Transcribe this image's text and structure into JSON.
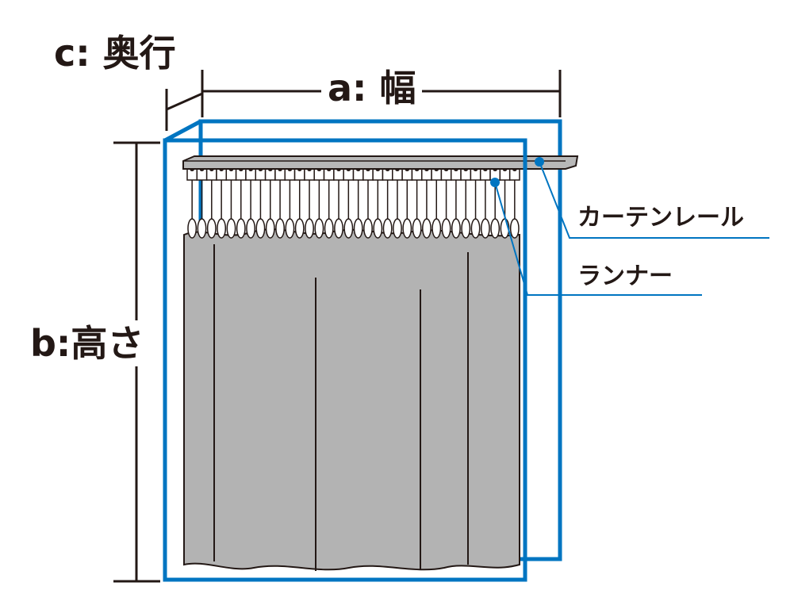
{
  "labels": {
    "depth": "c: 奥行",
    "width": "a: 幅",
    "height": "b:高さ",
    "rail": "カーテンレール",
    "runner": "ランナー"
  },
  "colors": {
    "blue": "#0075c1",
    "ink": "#231815",
    "curtain": "#b3b3b3",
    "rail": "#b8b8b8"
  },
  "runner_count": 34
}
